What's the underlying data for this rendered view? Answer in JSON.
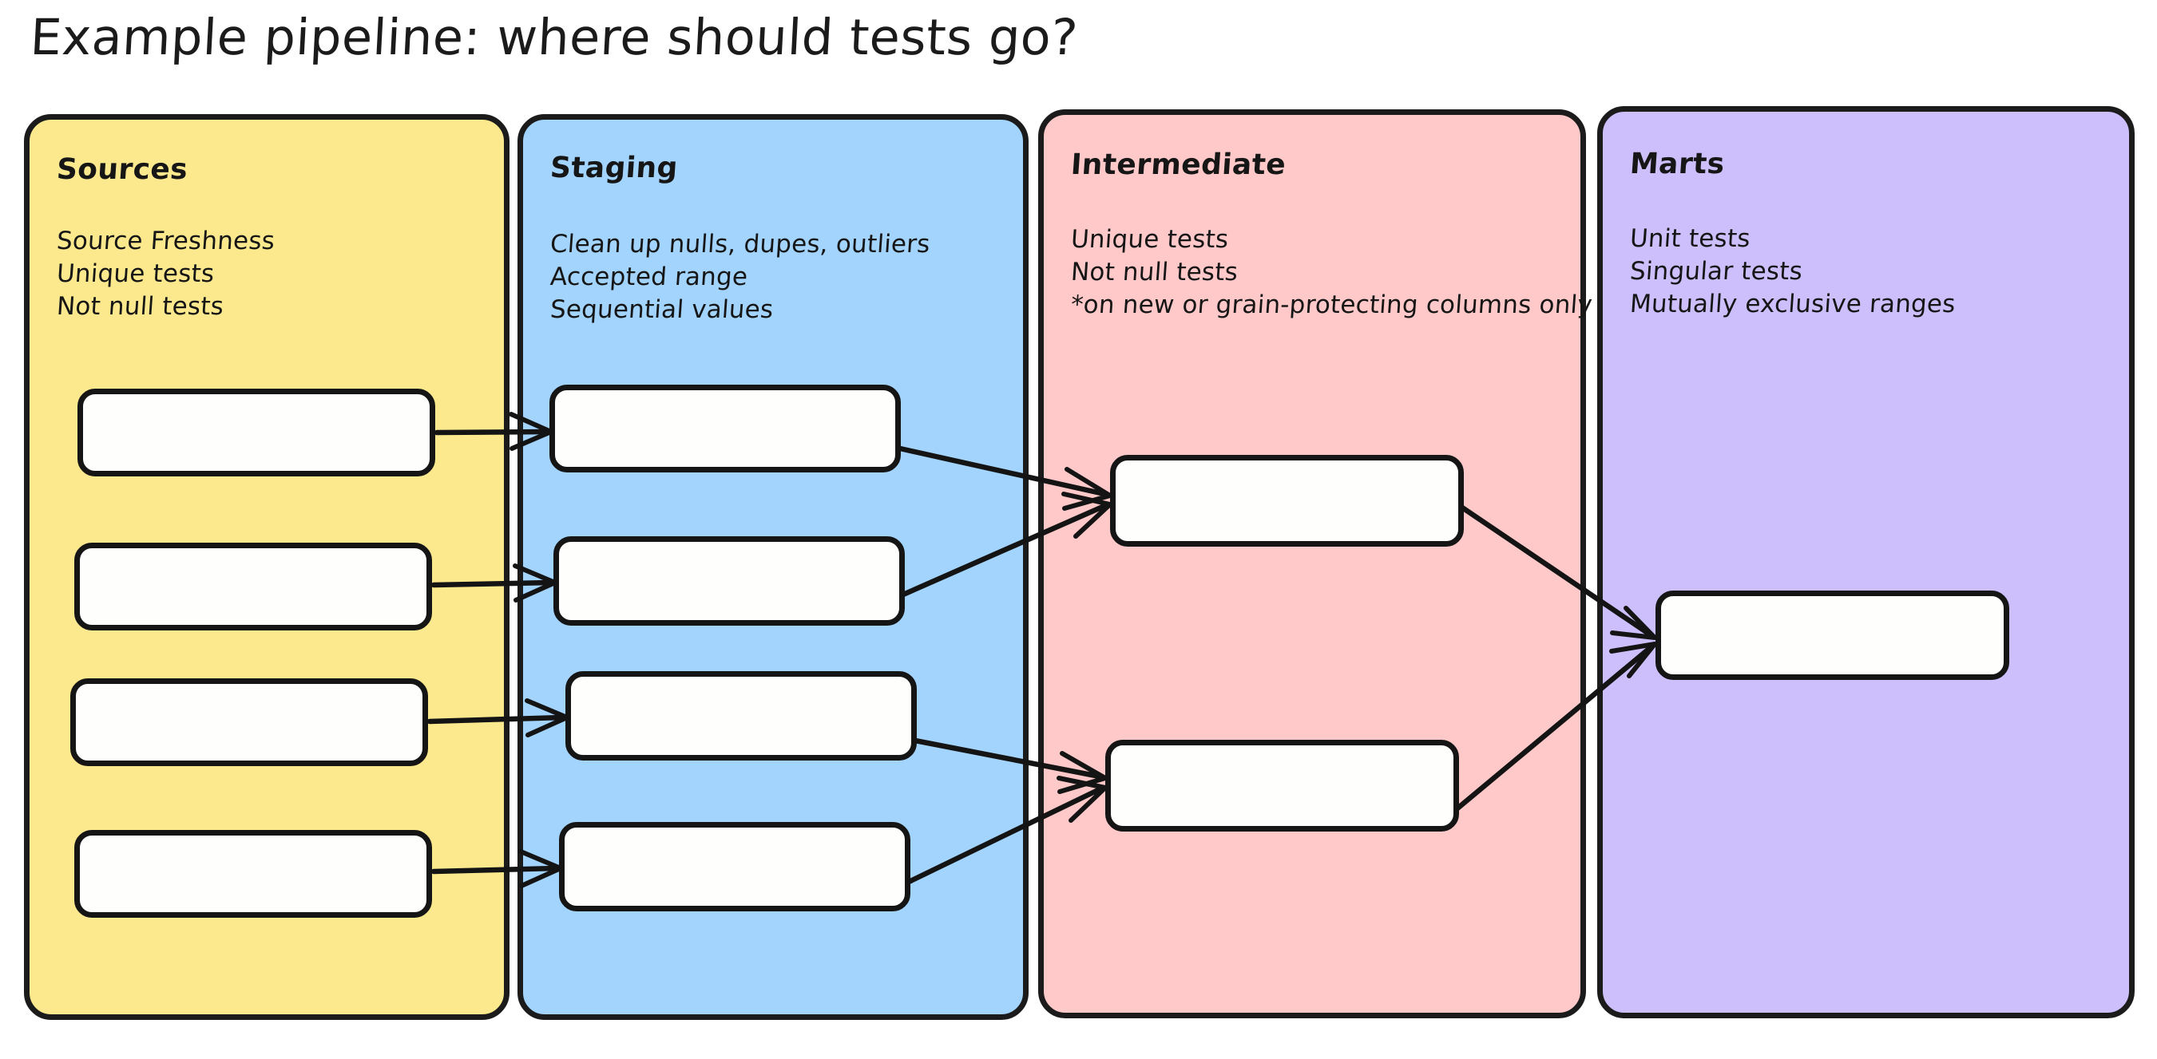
{
  "title": "Example pipeline: where should tests go?",
  "palette": {
    "sources": "#fce98e",
    "staging": "#a3d4fd",
    "intermediate": "#ffc9c9",
    "marts": "#ccbffc",
    "node_fill": "#fefefd",
    "ink": "#151515"
  },
  "columns": [
    {
      "key": "sources",
      "header": "Sources",
      "lines": [
        "Source Freshness",
        "Unique tests",
        "Not null tests"
      ],
      "node_count": 4
    },
    {
      "key": "staging",
      "header": "Staging",
      "lines": [
        "Clean up nulls, dupes, outliers",
        "Accepted range",
        "Sequential values"
      ],
      "node_count": 4
    },
    {
      "key": "intermediate",
      "header": "Intermediate",
      "lines": [
        "Unique tests",
        "Not null tests",
        "*on new or grain-protecting columns only"
      ],
      "node_count": 2
    },
    {
      "key": "marts",
      "header": "Marts",
      "lines": [
        "Unit tests",
        "Singular tests",
        "Mutually exclusive ranges"
      ],
      "node_count": 1
    }
  ],
  "edges": [
    {
      "from": "sources.1",
      "to": "staging.1"
    },
    {
      "from": "sources.2",
      "to": "staging.2"
    },
    {
      "from": "sources.3",
      "to": "staging.3"
    },
    {
      "from": "sources.4",
      "to": "staging.4"
    },
    {
      "from": "staging.1",
      "to": "intermediate.1"
    },
    {
      "from": "staging.2",
      "to": "intermediate.1"
    },
    {
      "from": "staging.3",
      "to": "intermediate.2"
    },
    {
      "from": "staging.4",
      "to": "intermediate.2"
    },
    {
      "from": "intermediate.1",
      "to": "marts.1"
    },
    {
      "from": "intermediate.2",
      "to": "marts.1"
    }
  ]
}
